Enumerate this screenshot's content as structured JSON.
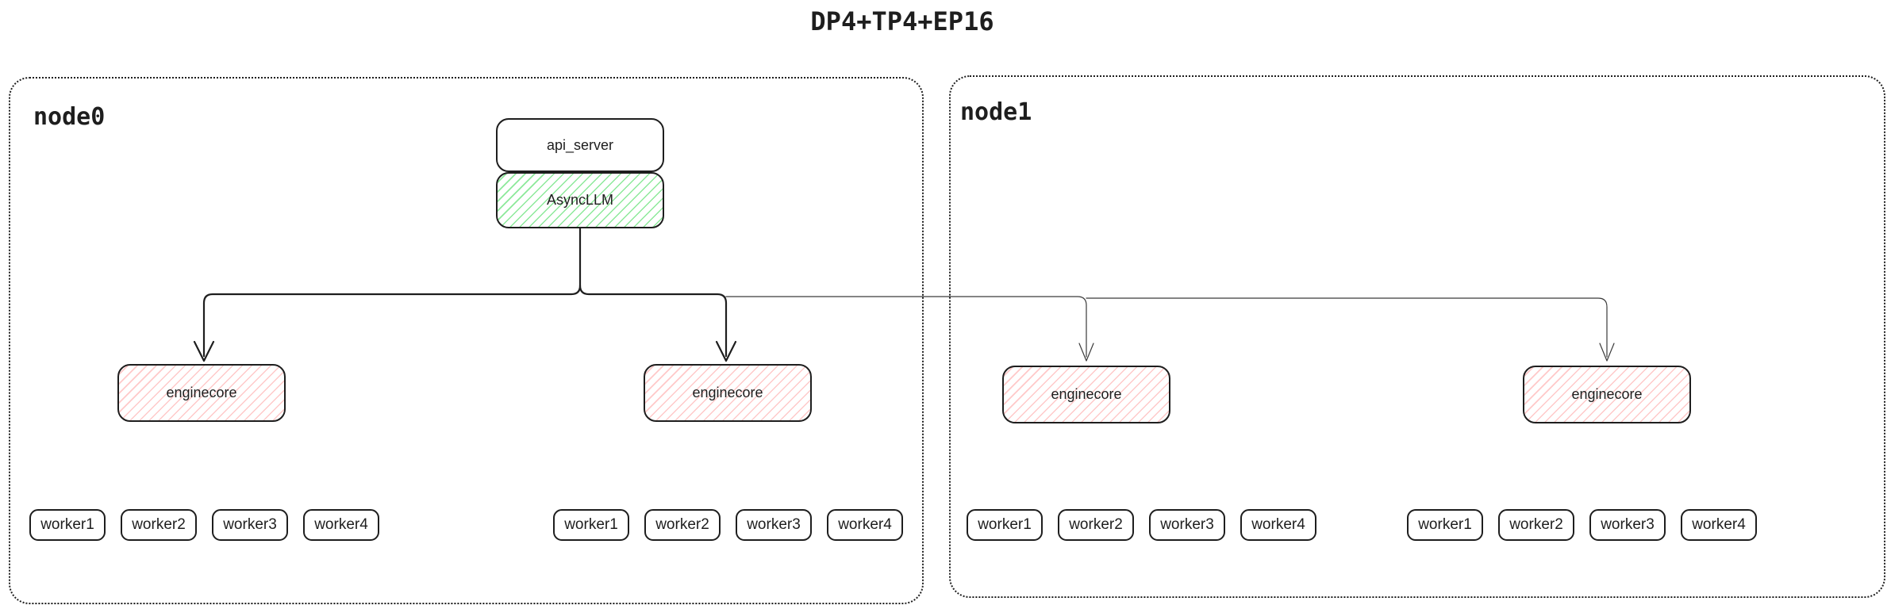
{
  "title": "DP4+TP4+EP16",
  "colors": {
    "ink": "#1e1e1e",
    "green_hatch": "#8ce99a",
    "red_hatch": "#ffc9c9",
    "background": "#ffffff"
  },
  "node0": {
    "label": "node0",
    "api_server_label": "api_server",
    "async_llm_label": "AsyncLLM",
    "enginecores": [
      "enginecore",
      "enginecore"
    ],
    "worker_groups": [
      [
        "worker1",
        "worker2",
        "worker3",
        "worker4"
      ],
      [
        "worker1",
        "worker2",
        "worker3",
        "worker4"
      ]
    ]
  },
  "node1": {
    "label": "node1",
    "enginecores": [
      "enginecore",
      "enginecore"
    ],
    "worker_groups": [
      [
        "worker1",
        "worker2",
        "worker3",
        "worker4"
      ],
      [
        "worker1",
        "worker2",
        "worker3",
        "worker4"
      ]
    ]
  }
}
